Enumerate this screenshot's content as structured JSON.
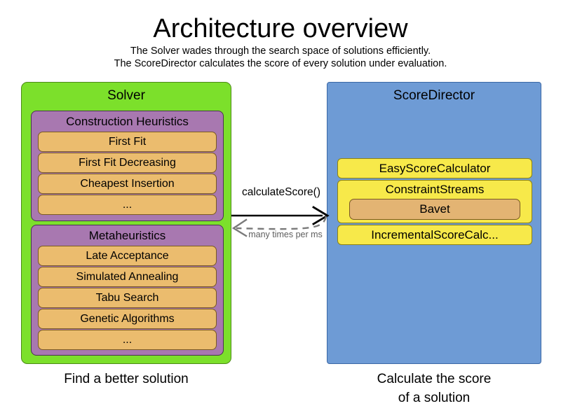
{
  "header": {
    "title": "Architecture overview",
    "subtitle_lines": [
      "The Solver wades through the search space of solutions efficiently.",
      "The ScoreDirector calculates the score of every solution under evaluation."
    ]
  },
  "solver": {
    "title": "Solver",
    "caption": "Find a better solution",
    "groups": [
      {
        "title": "Construction Heuristics",
        "items": [
          "First Fit",
          "First Fit Decreasing",
          "Cheapest Insertion",
          "..."
        ]
      },
      {
        "title": "Metaheuristics",
        "items": [
          "Late Acceptance",
          "Simulated Annealing",
          "Tabu Search",
          "Genetic Algorithms",
          "..."
        ]
      }
    ]
  },
  "score_director": {
    "title": "ScoreDirector",
    "caption_line1": "Calculate the score",
    "caption_line2": "of a solution",
    "calculators": [
      {
        "label": "EasyScoreCalculator"
      },
      {
        "label": "ConstraintStreams",
        "child": "Bavet"
      },
      {
        "label": "IncrementalScoreCalc..."
      }
    ]
  },
  "arrows": {
    "forward_label": "calculateScore()",
    "return_label": "many times per ms"
  },
  "colors": {
    "solver_green": "#7CE02B",
    "group_purple": "#A878B0",
    "item_orange": "#EBBC6E",
    "score_director_blue": "#6E9BD5",
    "calculator_yellow": "#F7E94A",
    "bavet_orange": "#E3B473",
    "return_arrow_gray": "#7a7a7a",
    "background": "#FFFFFF"
  }
}
